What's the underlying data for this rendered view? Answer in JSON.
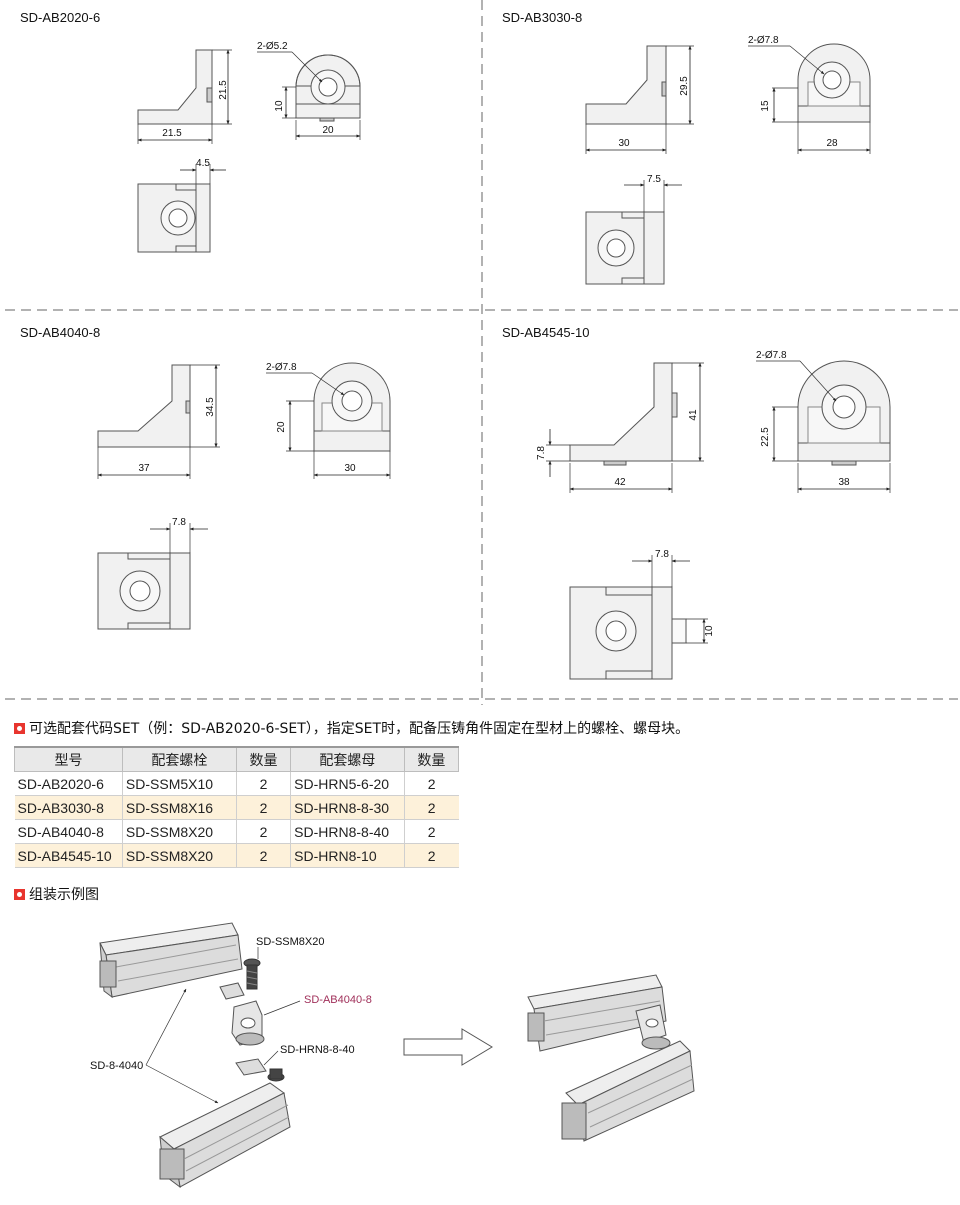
{
  "quadrants": [
    {
      "title": "SD-AB2020-6",
      "hole": "2-Ø5.2",
      "h1": "21.5",
      "w1": "21.5",
      "h2": "10",
      "w2": "20",
      "t": "4.5"
    },
    {
      "title": "SD-AB3030-8",
      "hole": "2-Ø7.8",
      "h1": "29.5",
      "w1": "30",
      "h2": "15",
      "w2": "28",
      "t": "7.5"
    },
    {
      "title": "SD-AB4040-8",
      "hole": "2-Ø7.8",
      "h1": "34.5",
      "w1": "37",
      "h2": "20",
      "w2": "30",
      "t": "7.8"
    },
    {
      "title": "SD-AB4545-10",
      "hole": "2-Ø7.8",
      "h1": "41",
      "w1": "42",
      "h2": "22.5",
      "w2": "38",
      "t": "7.8",
      "h3": "7.8",
      "side_h": "10"
    }
  ],
  "note": "可选配套代码SET（例：SD-AB2020-6-SET），指定SET时，配备压铸角件固定在型材上的螺栓、螺母块。",
  "table": {
    "headers": [
      "型号",
      "配套螺栓",
      "数量",
      "配套螺母",
      "数量"
    ],
    "rows": [
      [
        "SD-AB2020-6",
        "SD-SSM5X10",
        "2",
        "SD-HRN5-6-20",
        "2"
      ],
      [
        "SD-AB3030-8",
        "SD-SSM8X16",
        "2",
        "SD-HRN8-8-30",
        "2"
      ],
      [
        "SD-AB4040-8",
        "SD-SSM8X20",
        "2",
        "SD-HRN8-8-40",
        "2"
      ],
      [
        "SD-AB4545-10",
        "SD-SSM8X20",
        "2",
        "SD-HRN8-10",
        "2"
      ]
    ]
  },
  "assembly": {
    "title": "组装示例图",
    "labels": {
      "bolt": "SD-SSM8X20",
      "bracket": "SD-AB4040-8",
      "nut": "SD-HRN8-8-40",
      "profile": "SD-8-4040"
    }
  },
  "colors": {
    "accent": "#e8352e",
    "row_highlight": "#fdf1da",
    "bracket_label": "#a0305a"
  }
}
